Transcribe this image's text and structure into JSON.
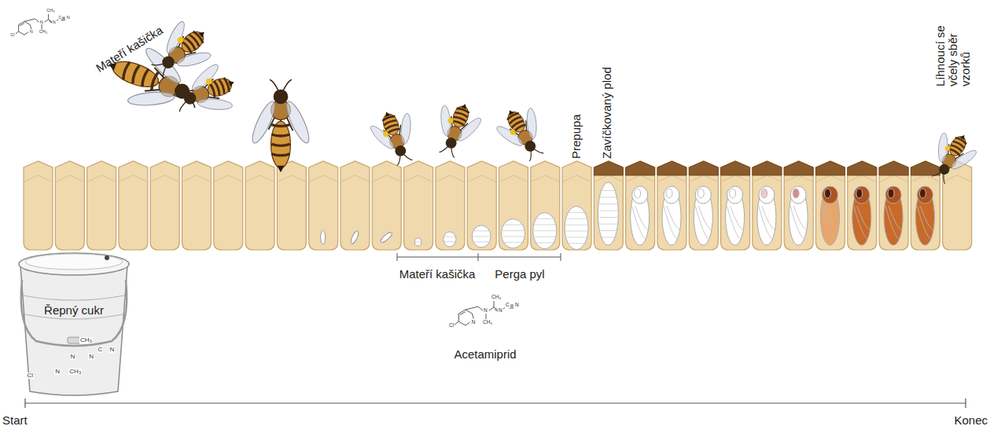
{
  "diagram": {
    "nodes": [
      {
        "text": [
          "Řepný cukr"
        ]
      }
    ],
    "labels": [
      "Mateří kašička",
      "Prepupa",
      "Zavíčkovaný plod",
      "Líhnoucí se včely sběr vzorků",
      "Mateří kašička",
      "Perga pyl",
      "Acetamiprid",
      "Start",
      "Konec",
      "Cl",
      "N",
      "N",
      "CH₃",
      "CH₃",
      "N",
      "C",
      "N",
      "Cl",
      "N",
      "N",
      "CH₃",
      "CH₃",
      "N",
      "C",
      "N",
      "Cl",
      "N",
      "N",
      "CH₃",
      "CH₃",
      "N",
      "C",
      "N"
    ]
  }
}
